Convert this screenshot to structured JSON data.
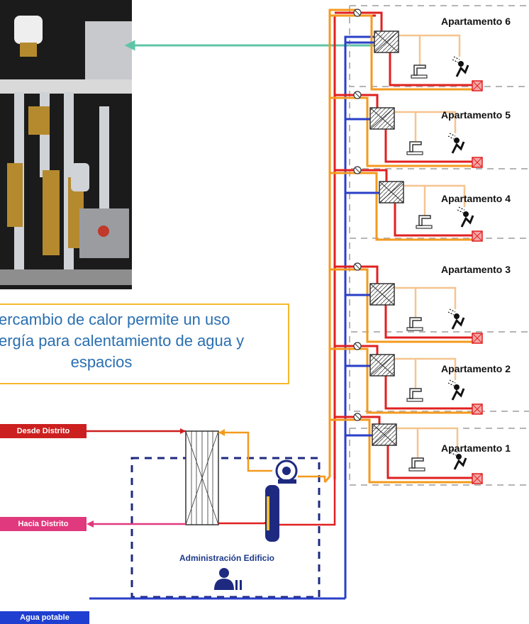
{
  "caption": {
    "line1": "ercambio de calor permite un uso",
    "line2": "ergía para calentamiento de agua y",
    "line3": "espacios"
  },
  "tags": {
    "from_district": "Desde Distrito",
    "to_district": "Hacia Distrito",
    "potable_water": "Agua potable"
  },
  "admin": {
    "label": "Administración Edificio"
  },
  "apartments": [
    {
      "label": "Apartamento 6"
    },
    {
      "label": "Apartamento 5"
    },
    {
      "label": "Apartamento 4"
    },
    {
      "label": "Apartamento 3"
    },
    {
      "label": "Apartamento 2"
    },
    {
      "label": "Apartamento 1"
    }
  ],
  "colors": {
    "hot_supply": "#e02020",
    "return_flow": "#f39a1e",
    "cold_water": "#2a3fc7",
    "domestic_hot": "#f6c48f",
    "from_district_tag": "#cc1f1f",
    "to_district_tag": "#e0397d",
    "potable_tag": "#1f3fd1",
    "arrow_teal": "#5fc4a7",
    "admin_box_border": "#1e2a80"
  }
}
